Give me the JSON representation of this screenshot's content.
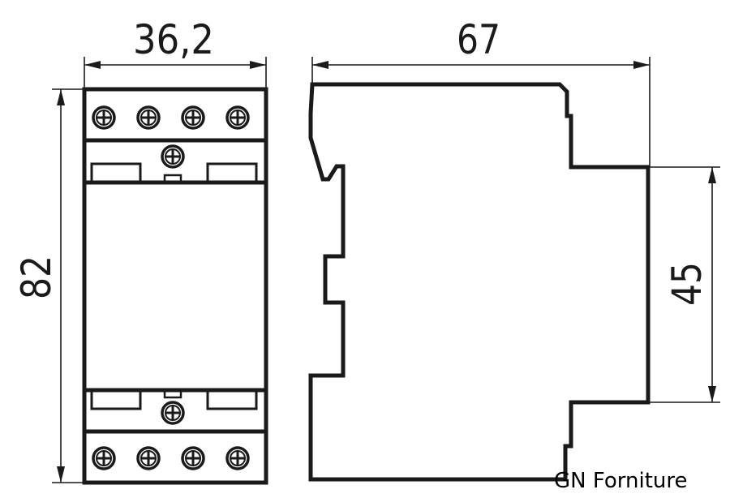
{
  "title": "Modular contactor dimension drawing",
  "dimensions": {
    "width": "36,2",
    "depth": "67",
    "height": "82",
    "front_height": "45"
  },
  "watermark": "GN Forniture",
  "colors": {
    "line": "#1a1a1a",
    "background": "#ffffff"
  }
}
